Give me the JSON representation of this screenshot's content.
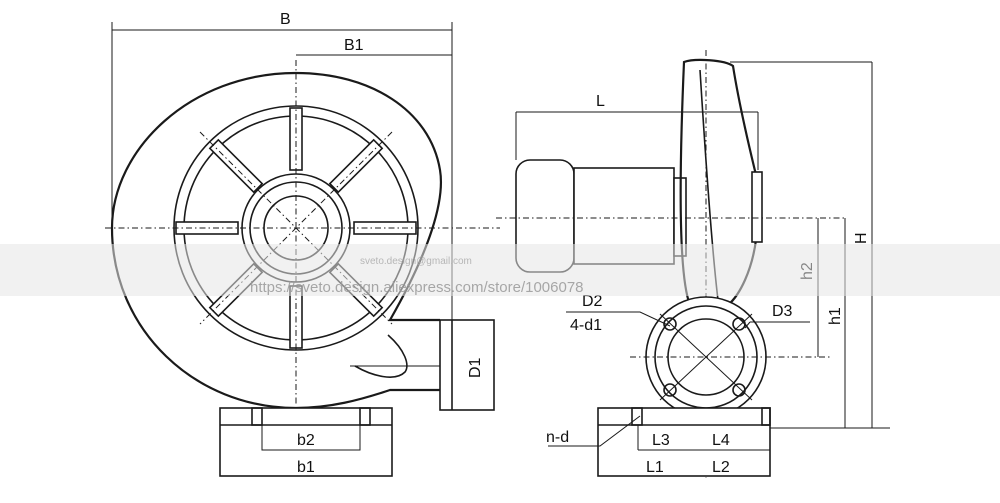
{
  "front_view_labels": {
    "B": "B",
    "B1": "B1",
    "D1": "D1",
    "b2": "b2",
    "b1": "b1"
  },
  "side_view_labels": {
    "L": "L",
    "H": "H",
    "h2": "h2",
    "h1": "h1",
    "D2": "D2",
    "holes": "4-d1",
    "D3": "D3",
    "nd": "n-d",
    "L3": "L3",
    "L4": "L4",
    "L1": "L1",
    "L2": "L2"
  },
  "watermark": {
    "url": "https://sveto.design.aliexpress.com/store/1006078",
    "small": "sveto.design@gmail.com"
  }
}
